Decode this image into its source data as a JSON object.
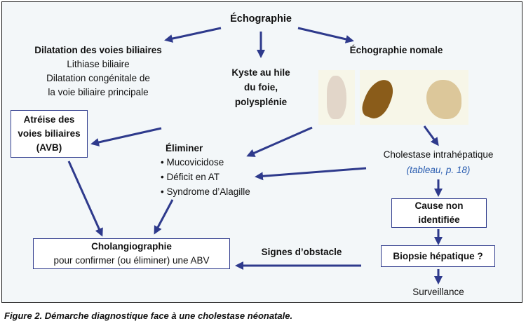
{
  "nodes": {
    "echographie": "Échographie",
    "dilatation": {
      "title": "Dilatation des voies biliaires",
      "lines": [
        "Lithiase biliaire",
        "Dilatation congénitale de",
        "la voie biliaire principale"
      ]
    },
    "kyste": [
      "Kyste au hile",
      "du foie,",
      "polysplénie"
    ],
    "echo_normale": "Échographie nomale",
    "atresie": [
      "Atréise des",
      "voies biliaires",
      "(AVB)"
    ],
    "eliminer": {
      "title": "Éliminer",
      "items": [
        "Mucovicidose",
        "Déficit en AT",
        "Syndrome d’Alagille"
      ]
    },
    "cholestase": "Cholestase intrahépatique",
    "tableau_ref": "(tableau, p. 18)",
    "cause": [
      "Cause non",
      "identifiée"
    ],
    "biopsie": "Biopsie hépatique ?",
    "surveillance": "Surveillance",
    "cholangio": [
      "Cholangiographie",
      "pour confirmer (ou éliminer) une ABV"
    ],
    "signes": "Signes d’obstacle"
  },
  "caption": "Figure 2. Démarche diagnostique face à une cholestase néonatale.",
  "colors": {
    "arrow": "#2e3a8c",
    "link": "#2a5db0",
    "background": "#f3f7f9"
  }
}
